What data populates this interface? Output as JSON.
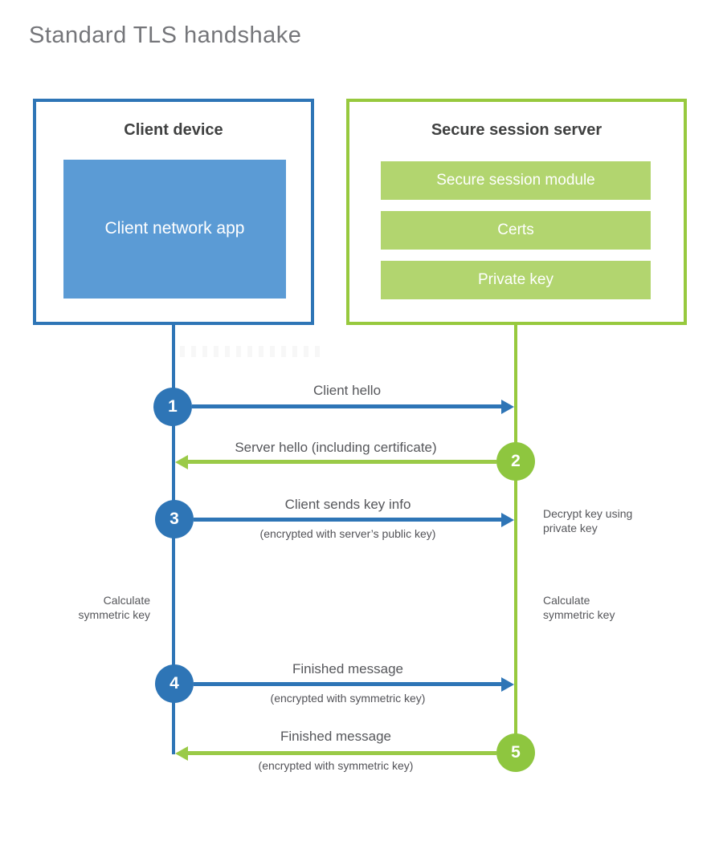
{
  "title": "Standard TLS handshake",
  "colors": {
    "blue_accent": "#2e75b6",
    "blue_fill": "#5b9bd5",
    "green_accent": "#97c93e",
    "green_fill": "#b2d56f",
    "heading_text": "#3f4040",
    "label_text": "#56575b",
    "title_text": "#75767a"
  },
  "client_box": {
    "title": "Client device",
    "app_label": "Client network app"
  },
  "server_box": {
    "title": "Secure session server",
    "modules": [
      "Secure session module",
      "Certs",
      "Private key"
    ]
  },
  "steps": [
    {
      "num": "1",
      "label": "Client hello",
      "sub": "",
      "direction": "client-to-server"
    },
    {
      "num": "2",
      "label": "Server hello (including certificate)",
      "sub": "",
      "direction": "server-to-client"
    },
    {
      "num": "3",
      "label": "Client sends key info",
      "sub": "(encrypted with server’s public key)",
      "direction": "client-to-server"
    },
    {
      "num": "4",
      "label": "Finished message",
      "sub": "(encrypted with symmetric key)",
      "direction": "client-to-server"
    },
    {
      "num": "5",
      "label": "Finished message",
      "sub": "(encrypted with symmetric key)",
      "direction": "server-to-client"
    }
  ],
  "notes": {
    "decrypt": "Decrypt key using private key",
    "calc_left": "Calculate symmetric key",
    "calc_right": "Calculate symmetric key"
  }
}
